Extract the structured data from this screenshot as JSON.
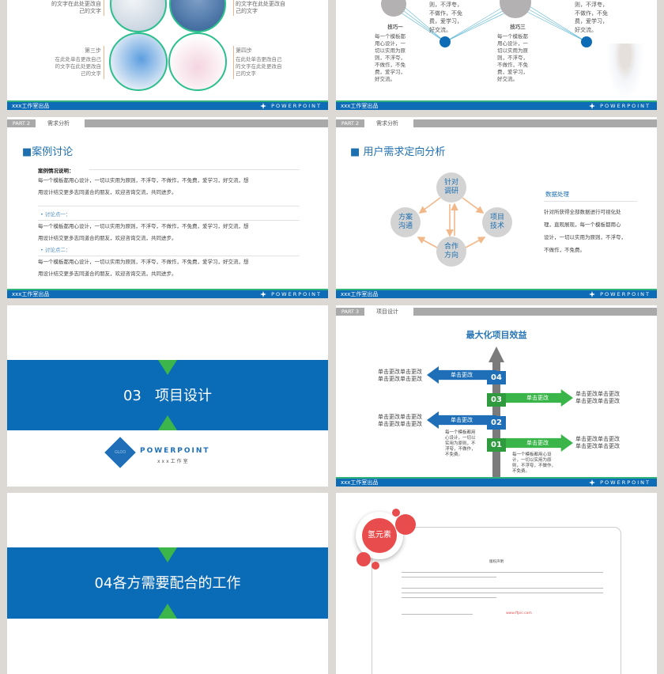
{
  "footer": {
    "left": "xxx工作室出品",
    "right": "POWERPOINT"
  },
  "slide1": {
    "top_left_text": [
      "的文字在此处更改自",
      "己的文字"
    ],
    "top_right_text": [
      "的文字在此处更改自",
      "己的文字"
    ],
    "step3": {
      "title": "第三步",
      "text": [
        "在此处单击更改自己",
        "的文字在此处更改自",
        "己的文字"
      ]
    },
    "step4": {
      "title": "第四步",
      "text": [
        "在此处单击更改自己",
        "的文字在此处更改自",
        "己的文字"
      ]
    }
  },
  "slide2": {
    "tip1": {
      "title": "技巧一",
      "text": [
        "每一个模板都",
        "用心设计，一",
        "切以实用为原",
        "则，不浮夸，",
        "不做作，不免",
        "费，爱学习，",
        "好交流。"
      ]
    },
    "tip3": {
      "title": "技巧三",
      "text": [
        "每一个模板都",
        "用心设计，一",
        "切以实用为原",
        "则，不浮夸，",
        "不做作，不免",
        "费，爱学习，",
        "好交流。"
      ]
    },
    "top_mid_text": [
      "则，不浮夸，",
      "不做作，不免",
      "费，爱学习，",
      "好交流。"
    ],
    "top_right_text": [
      "则，不浮夸，",
      "不做作，不免",
      "费，爱学习，",
      "好交流。"
    ]
  },
  "slide3": {
    "part": "PART 2",
    "section": "需求分析",
    "title": "■案例讨论",
    "intro_label": "案例情况说明：",
    "paragraph_lines": [
      "每一个模板都用心设计，一切以实用为原则，不浮夸，不做作，不免费，爱学习，好交流，想",
      "用设计结交更多志同道合的朋友，欢迎咨询交流，共同进步。"
    ],
    "point1": "讨论点一：",
    "point2": "讨论点二："
  },
  "slide4": {
    "part": "PART 2",
    "section": "需求分析",
    "title": "■ 用户需求定向分析",
    "nodes": {
      "top": "针对调研",
      "left": "方案沟通",
      "right": "项目技术",
      "bottom": "合作方向"
    },
    "side_title": "数据处理",
    "side_text": [
      "针对所获得全部数据进行可视化处",
      "理，直观展现，每一个模板都用心",
      "设计，一切以实用为原则，不浮夸，",
      "不做作，不免费。"
    ]
  },
  "slide5": {
    "number": "03",
    "title": "项目设计",
    "logo_text": "POWERPOINT",
    "logo_sub": "xxx工作室",
    "logo_letters": "GLOO"
  },
  "slide6": {
    "part": "PART 3",
    "section": "项目设计",
    "title": "最大化项目效益",
    "steps": [
      {
        "num": "04",
        "label": "单击更改",
        "text": [
          "单击更改单击更改",
          "单击更改单击更改"
        ],
        "color": "#1e6fb8"
      },
      {
        "num": "03",
        "label": "单击更改",
        "text": [
          "单击更改单击更改",
          "单击更改单击更改"
        ],
        "color": "#3ab54a"
      },
      {
        "num": "02",
        "label": "单击更改",
        "text": [
          "单击更改单击更改",
          "单击更改单击更改"
        ],
        "color": "#1e6fb8"
      },
      {
        "num": "01",
        "label": "单击更改",
        "text": [
          "单击更改单击更改",
          "单击更改单击更改"
        ],
        "color": "#3ab54a"
      }
    ],
    "note_a": [
      "每一个模板都用",
      "心设计，一切以",
      "实用为原则，不",
      "浮夸，不做作，",
      "不免费。"
    ],
    "note_b": [
      "每一个模板都用心设",
      "计，一切以实用为原",
      "则，不浮夸，不做作，",
      "不免费。"
    ]
  },
  "slide7": {
    "title": "04各方需要配合的工作"
  },
  "slide8": {
    "logo": "氢元素",
    "heading": "版权声明",
    "link": "www.ffpic.com"
  },
  "colors": {
    "brand_blue": "#0a6bb7",
    "accent_green": "#3cb64a",
    "logo_red": "#e84c4c"
  }
}
